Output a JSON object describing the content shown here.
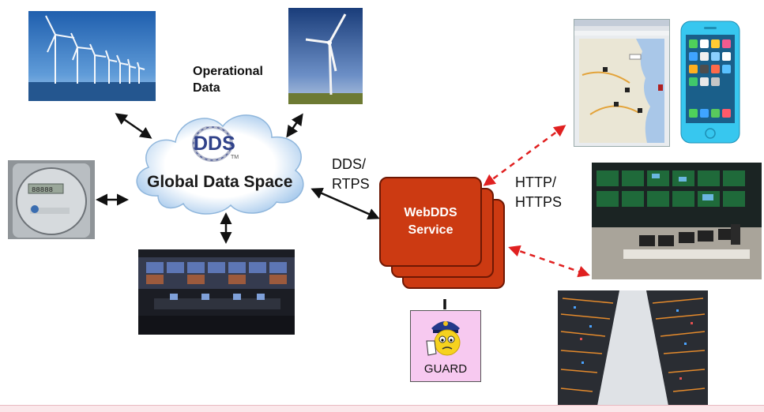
{
  "labels": {
    "operational_data": "Operational Data",
    "dds_logo": "DDS",
    "tm": "TM",
    "global_data_space": "Global Data Space",
    "dds_rtps": "DDS/ RTPS",
    "http_https": "HTTP/ HTTPS",
    "webdds_service": "WebDDS Service",
    "guard": "GUARD"
  },
  "colors": {
    "service_box": "#cc3a12",
    "service_border": "#7a1a05",
    "guard_bg": "#f7c9f0",
    "arrow_black": "#111111",
    "arrow_red": "#e02020",
    "cloud_fill": "#ffffff",
    "cloud_edge": "#a9c9ea"
  },
  "icons": [
    "wind-farm-photo",
    "wind-turbine-photo",
    "smart-meter-photo",
    "control-room-photo",
    "map-screenshot",
    "smartphone-photo",
    "operations-center-photo",
    "server-room-photo",
    "guard-emoji-icon"
  ]
}
